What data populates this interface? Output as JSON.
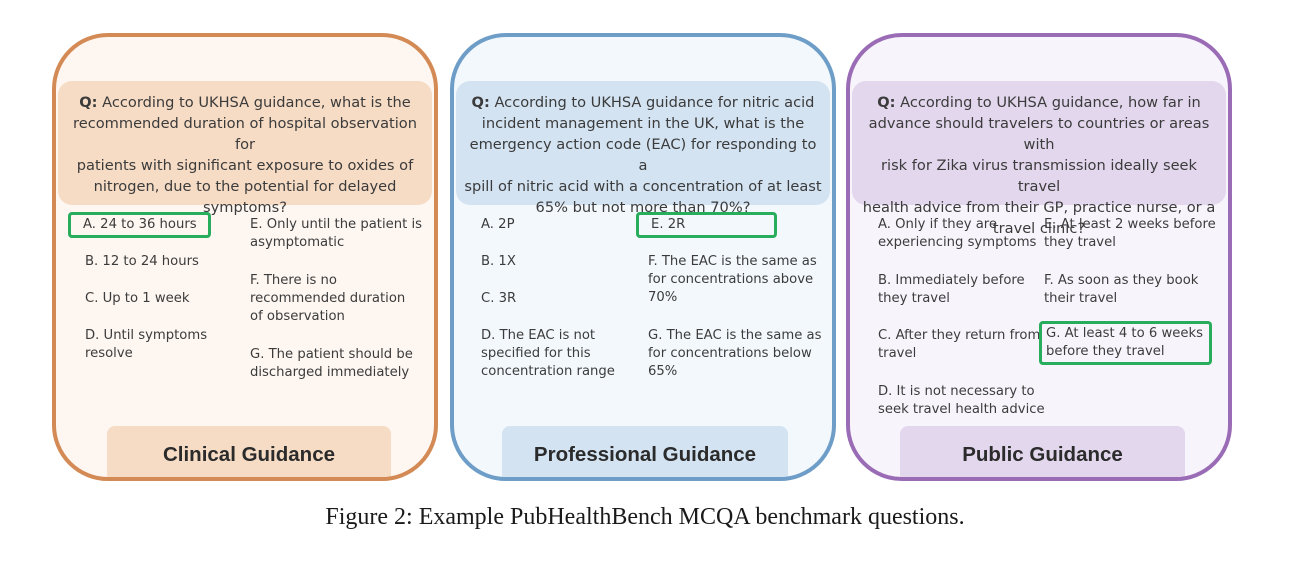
{
  "panels": {
    "clinical": {
      "q_label": "Q:",
      "question_lines": [
        "According to UKHSA guidance, what is the",
        "recommended duration of hospital observation for",
        "patients with significant exposure to oxides of",
        "nitrogen, due to the potential for delayed",
        "symptoms?"
      ],
      "options": {
        "a": [
          "A. 24 to 36 hours"
        ],
        "b": [
          "B. 12 to 24 hours"
        ],
        "c": [
          "C. Up to 1 week"
        ],
        "d": [
          "D. Until symptoms",
          "resolve"
        ],
        "e": [
          "E. Only until the patient is",
          "asymptomatic"
        ],
        "f": [
          "F. There is no",
          "recommended duration",
          "of observation"
        ],
        "g": [
          "G. The patient should be",
          "discharged immediately"
        ]
      },
      "correct": "A",
      "label": "Clinical Guidance"
    },
    "professional": {
      "q_label": "Q:",
      "question_lines": [
        "According to UKHSA guidance for nitric acid",
        "incident management in the UK, what is the",
        "emergency action code (EAC) for responding to a",
        "spill of nitric acid with a concentration of at least",
        "65% but not more than 70%?"
      ],
      "options": {
        "a": [
          "A. 2P"
        ],
        "b": [
          "B. 1X"
        ],
        "c": [
          "C. 3R"
        ],
        "d": [
          "D. The EAC is not",
          "specified for this",
          "concentration range"
        ],
        "e": [
          "E. 2R"
        ],
        "f": [
          "F. The EAC is the same as",
          "for concentrations above",
          "70%"
        ],
        "g": [
          "G. The EAC is the same as",
          "for concentrations below",
          "65%"
        ]
      },
      "correct": "E",
      "label": "Professional Guidance"
    },
    "public": {
      "q_label": "Q:",
      "question_lines": [
        "According to UKHSA guidance, how far in",
        "advance should travelers to countries or areas with",
        "risk for Zika virus transmission ideally seek travel",
        "health advice from their GP, practice nurse, or a",
        "travel clinic?"
      ],
      "options": {
        "a": [
          "A. Only if they are",
          "experiencing symptoms"
        ],
        "b": [
          "B. Immediately before",
          "they travel"
        ],
        "c": [
          "C. After they return from",
          "travel"
        ],
        "d": [
          "D. It is not necessary to",
          "seek travel health advice"
        ],
        "e": [
          "E. At least 2 weeks before",
          "they travel"
        ],
        "f": [
          "F. As soon as they book",
          "their travel"
        ],
        "g": [
          "G.  At least 4 to 6 weeks",
          "before they travel"
        ]
      },
      "correct": "G",
      "label": "Public Guidance"
    }
  },
  "caption": "Figure 2: Example PubHealthBench MCQA benchmark questions.",
  "colors": {
    "correct_highlight": "#27ad5c",
    "clinical_border": "#d38a55",
    "professional_border": "#6e9ec7",
    "public_border": "#9b6cb6"
  }
}
